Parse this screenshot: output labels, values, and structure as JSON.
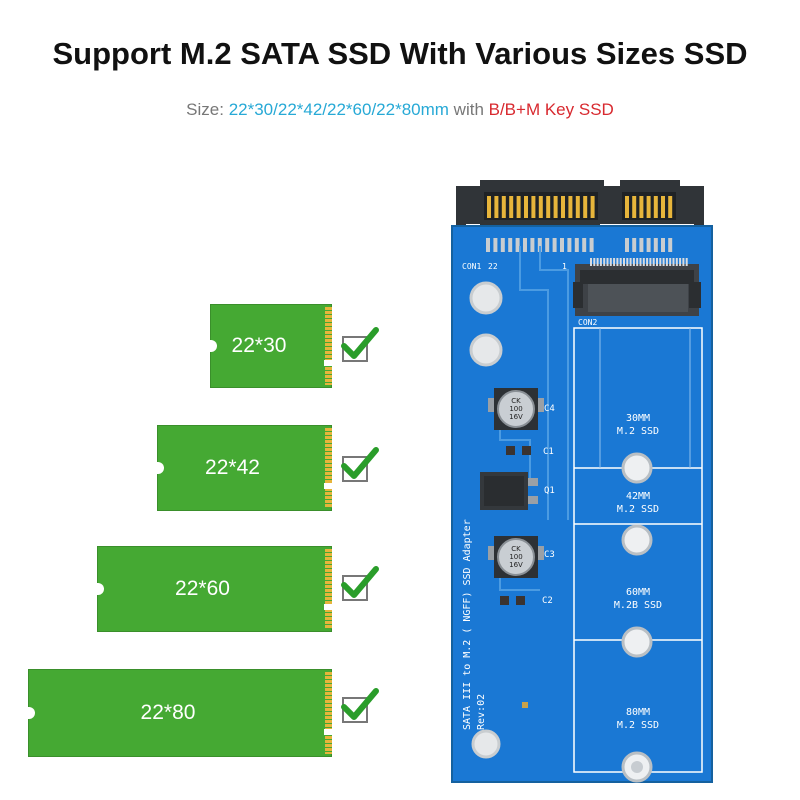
{
  "title": "Support M.2 SATA SSD With Various Sizes SSD",
  "subtitle": {
    "size_prefix": "Size: ",
    "sizes": "22*30/22*42/22*60/22*80mm",
    "with": " with ",
    "keys": "B/B+M Key SSD"
  },
  "ssd_cards": [
    {
      "label": "22*30",
      "supported": true
    },
    {
      "label": "22*42",
      "supported": true
    },
    {
      "label": "22*60",
      "supported": true
    },
    {
      "label": "22*80",
      "supported": true
    }
  ],
  "board": {
    "con1": "CON1",
    "con2": "CON2",
    "pin22": "22",
    "pin1": "1",
    "c4": "C4",
    "c1": "C1",
    "q1": "Q1",
    "c3": "C3",
    "c2": "C2",
    "cap_top": [
      "CK",
      "100",
      "16V"
    ],
    "cap_bottom": [
      "CK",
      "100",
      "16V"
    ],
    "vertical_text": "SATA III to M.2 ( NGFF) SSD Adapter",
    "rev": "Rev:02",
    "mounts": [
      {
        "line1": "30MM",
        "line2": "M.2 SSD"
      },
      {
        "line1": "42MM",
        "line2": "M.2 SSD"
      },
      {
        "line1": "60MM",
        "line2": "M.2B SSD"
      },
      {
        "line1": "80MM",
        "line2": "M.2 SSD"
      }
    ]
  },
  "colors": {
    "ssd_green": "#45a933",
    "check_green": "#2a9d2a",
    "pcb_blue": "#1a78d4",
    "gold": "#e7b53b",
    "size_blue": "#27a9d6",
    "key_red": "#d8292f"
  }
}
